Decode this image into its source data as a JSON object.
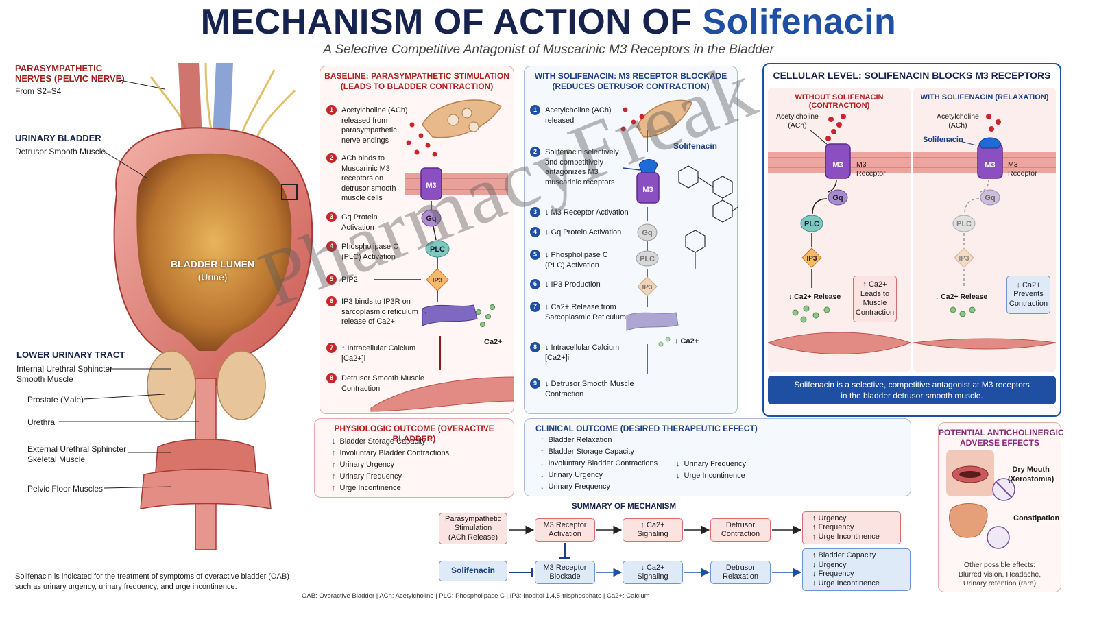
{
  "title": {
    "main": "MECHANISM OF ACTION OF ",
    "drug": "Solifenacin"
  },
  "subtitle": "A Selective Competitive Antagonist of Muscarinic M3 Receptors in the Bladder",
  "anatomy": {
    "nerves_title": "PARASYMPATHETIC\nNERVES (PELVIC NERVE)",
    "nerves_sub": "From S2–S4",
    "bladder_title": "URINARY BLADDER",
    "bladder_sub": "Detrusor Smooth Muscle",
    "lumen": "BLADDER LUMEN",
    "lumen_sub": "(Urine)",
    "tract_title": "LOWER URINARY TRACT",
    "items": [
      "Internal Urethral Sphincter\nSmooth Muscle",
      "Prostate (Male)",
      "Urethra",
      "External Urethral Sphincter\nSkeletal Muscle",
      "Pelvic Floor Muscles"
    ],
    "indication": "Solifenacin is indicated for the treatment of symptoms of overactive bladder (OAB)\nsuch as urinary urgency, urinary frequency, and urge incontinence."
  },
  "baseline": {
    "heading": "BASELINE: PARASYMPATHETIC STIMULATION\n(LEADS TO BLADDER CONTRACTION)",
    "steps": [
      "Acetylcholine (ACh)\nreleased from\nparasympathetic\nnerve endings",
      "ACh binds to\nMuscarinic M3\nreceptors on\ndetrusor smooth\nmuscle cells",
      "Gq Protein\nActivation",
      "Phospholipase C\n(PLC) Activation",
      "PIP2",
      "IP3 binds to IP3R on\nsarcoplasmic reticulum →\nrelease of Ca2+",
      "↑ Intracellular Calcium\n[Ca2+]i",
      "Detrusor Smooth Muscle\nContraction"
    ],
    "nodes": {
      "m3": "M3",
      "gq": "Gq",
      "plc": "PLC",
      "ip3": "IP3",
      "ca": "Ca2+"
    }
  },
  "physio": {
    "heading": "PHYSIOLOGIC OUTCOME (OVERACTIVE BLADDER)",
    "items": [
      {
        "dir": "↓",
        "text": "Bladder Storage Capacity"
      },
      {
        "dir": "↑",
        "text": "Involuntary Bladder Contractions"
      },
      {
        "dir": "↑",
        "text": "Urinary Urgency"
      },
      {
        "dir": "↑",
        "text": "Urinary Frequency"
      },
      {
        "dir": "↑",
        "text": "Urge Incontinence"
      }
    ]
  },
  "with_drug": {
    "heading": "WITH SOLIFENACIN: M3 RECEPTOR BLOCKADE\n(REDUCES DETRUSOR CONTRACTION)",
    "drug_label": "Solifenacin",
    "steps": [
      "Acetylcholine (ACh)\nreleased",
      "Solifenacin selectively\nand competitively\nantagonizes M3\nmuscarinic receptors",
      "↓ M3 Receptor Activation",
      "↓ Gq Protein Activation",
      "↓ Phospholipase C\n(PLC) Activation",
      "↓ IP3 Production",
      "↓ Ca2+ Release from\nSarcoplasmic Reticulum",
      "↓ Intracellular Calcium\n[Ca2+]i",
      "↓ Detrusor Smooth Muscle\nContraction"
    ],
    "ca": "↓ Ca2+"
  },
  "clinical": {
    "heading": "CLINICAL OUTCOME (DESIRED THERAPEUTIC EFFECT)",
    "col1": [
      {
        "dir": "↑",
        "text": "Bladder Relaxation"
      },
      {
        "dir": "↑",
        "text": "Bladder Storage Capacity"
      },
      {
        "dir": "↓",
        "text": "Involuntary Bladder Contractions"
      },
      {
        "dir": "↓",
        "text": "Urinary Urgency"
      },
      {
        "dir": "↓",
        "text": "Urinary Frequency"
      }
    ],
    "col2": [
      {
        "dir": "↓",
        "text": "Urinary Frequency"
      },
      {
        "dir": "↓",
        "text": "Urge Incontinence"
      }
    ]
  },
  "cellular": {
    "heading": "CELLULAR LEVEL: SOLIFENACIN BLOCKS M3 RECEPTORS",
    "without": {
      "heading": "WITHOUT SOLIFENACIN (CONTRACTION)",
      "ach": "Acetylcholine\n(ACh)",
      "receptor": "M3\nReceptor",
      "release": "↓ Ca2+ Release",
      "box": "↑ Ca2+\nLeads to\nMuscle\nContraction"
    },
    "with": {
      "heading": "WITH SOLIFENACIN (RELAXATION)",
      "ach": "Acetylcholine\n(ACh)",
      "drug": "Solifenacin",
      "receptor": "M3\nReceptor",
      "release": "↓ Ca2+ Release",
      "box": "↓ Ca2+\nPrevents\nContraction"
    },
    "summary": "Solifenacin is a selective, competitive antagonist at M3 receptors\nin the bladder detrusor smooth muscle."
  },
  "summary": {
    "heading": "SUMMARY OF MECHANISM",
    "row1": [
      "Parasympathetic\nStimulation\n(ACh Release)",
      "M3 Receptor\nActivation",
      "↑ Ca2+\nSignaling",
      "Detrusor\nContraction",
      "↑ Urgency\n↑ Frequency\n↑ Urge Incontinence"
    ],
    "row2": [
      "Solifenacin",
      "M3 Receptor\nBlockade",
      "↓ Ca2+\nSignaling",
      "Detrusor\nRelaxation",
      "↑ Bladder Capacity\n↓ Urgency\n↓ Frequency\n↓ Urge Incontinence"
    ]
  },
  "adverse": {
    "heading": "POTENTIAL ANTICHOLINERGIC\nADVERSE EFFECTS",
    "dry": "Dry Mouth\n(Xerostomia)",
    "constipation": "Constipation",
    "other": "Other possible effects:\nBlurred vision, Headache,\nUrinary retention (rare)"
  },
  "abbrev": "OAB: Overactive Bladder  |  ACh: Acetylcholine  |  PLC: Phospholipase C  |  IP3: Inositol 1,4,5-trisphosphate  |  Ca2+: Calcium",
  "watermark": "PharmacyFreak",
  "colors": {
    "navy": "#16234f",
    "blue": "#1f4fa3",
    "red": "#c8262a",
    "muscle": "#e28b84"
  }
}
